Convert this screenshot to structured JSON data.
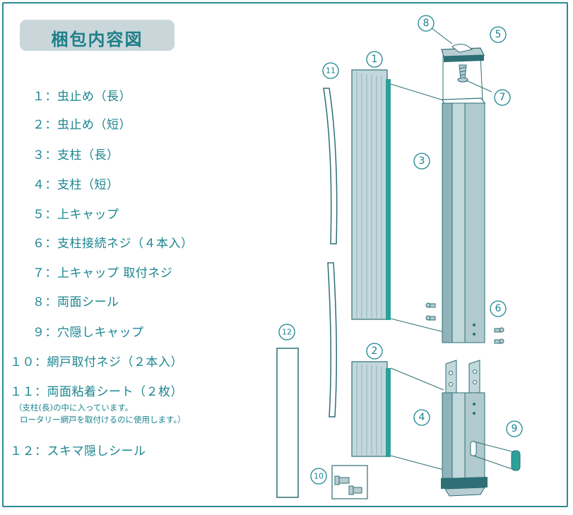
{
  "title": "梱包内容図",
  "items": [
    {
      "label": "１：虫止め（長）"
    },
    {
      "label": "２：虫止め（短）"
    },
    {
      "label": "３：支柱（長）"
    },
    {
      "label": "４：支柱（短）"
    },
    {
      "label": "５：上キャップ"
    },
    {
      "label": "６：支柱接続ネジ（４本入）"
    },
    {
      "label": "７：上キャップ 取付ネジ"
    },
    {
      "label": "８：両面シール"
    },
    {
      "label": "９：穴隠しキャップ"
    },
    {
      "label": "１０：網戸取付ネジ（２本入）"
    },
    {
      "label": "１１：両面粘着シート（２枚）"
    },
    {
      "label": "１２：スキマ隠しシール"
    }
  ],
  "note": {
    "line1": "（支柱(長)の中に入っています。",
    "line2": "ロータリー網戸を取付けるのに使用します。）"
  },
  "callouts": {
    "c1": "1",
    "c2": "2",
    "c3": "3",
    "c4": "4",
    "c5": "5",
    "c6": "6",
    "c7": "7",
    "c8": "8",
    "c9": "9",
    "c10": "10",
    "c11": "11",
    "c12": "12"
  },
  "colors": {
    "accent": "#1a8590",
    "frame": "#2b8a93",
    "title_bg": "#c9d7db",
    "part_fill": "#b7cdd1",
    "part_dark": "#2aa19b"
  }
}
